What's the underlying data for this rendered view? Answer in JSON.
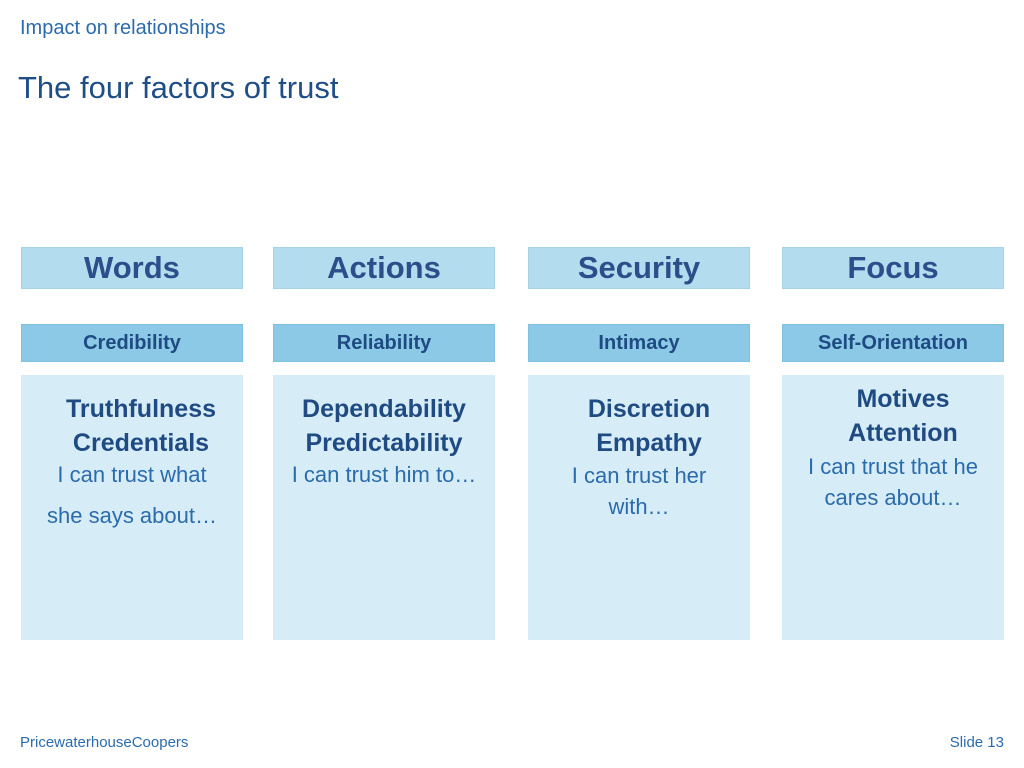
{
  "header": {
    "section": "Impact on relationships",
    "title": "The four factors of trust"
  },
  "columns": [
    {
      "category": "Words",
      "factor": "Credibility",
      "qualities": [
        "Truthfulness",
        "Credentials"
      ],
      "statement": [
        "I can trust what",
        "she says about…"
      ]
    },
    {
      "category": "Actions",
      "factor": "Reliability",
      "qualities": [
        "Dependability",
        "Predictability"
      ],
      "statement": [
        "I can trust him to…"
      ]
    },
    {
      "category": "Security",
      "factor": "Intimacy",
      "qualities": [
        "Discretion",
        "Empathy"
      ],
      "statement": [
        "I can trust her",
        "with…"
      ]
    },
    {
      "category": "Focus",
      "factor": "Self-Orientation",
      "qualities": [
        "Motives",
        "Attention"
      ],
      "statement": [
        "I can trust that he",
        "cares about…"
      ]
    }
  ],
  "footer": {
    "company": "PricewaterhouseCoopers",
    "slide": "Slide 13"
  },
  "colors": {
    "header_fill": "#b3dcee",
    "factor_fill": "#8bc9e6",
    "body_fill": "#d6edf7",
    "dark_text": "#1f4a82",
    "accent_text": "#2b6bab"
  }
}
